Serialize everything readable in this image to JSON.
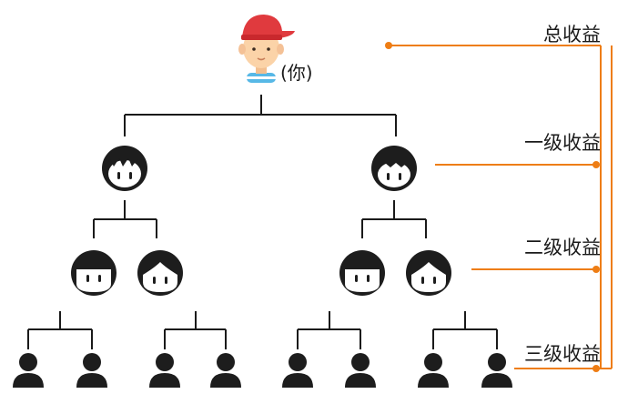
{
  "root": {
    "label": "(你)"
  },
  "levels": [
    {
      "label": "总收益"
    },
    {
      "label": "一级收益"
    },
    {
      "label": "二级收益"
    },
    {
      "label": "三级收益"
    }
  ],
  "colors": {
    "accent": "#ee7d14",
    "line": "#1a1a1a",
    "cap": "#e03a3e",
    "skin": "#fbd3a8",
    "hair": "#1d1d1d",
    "shirt": "#57b8e6"
  }
}
